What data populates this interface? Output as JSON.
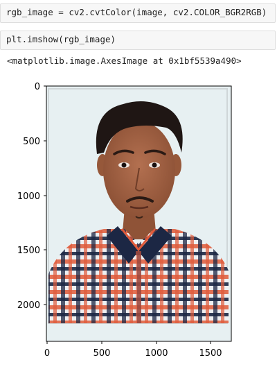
{
  "cells": [
    {
      "code": {
        "var": "rgb_image",
        "op": "=",
        "rhs": "cv2.cvtColor(image, cv2.COLOR_BGR2RGB)"
      }
    },
    {
      "code": {
        "text": "plt.imshow(rgb_image)"
      },
      "output": "<matplotlib.image.AxesImage at 0x1bf5539a490>"
    }
  ],
  "plot": {
    "x_ticks": [
      "0",
      "500",
      "1000",
      "1500"
    ],
    "y_ticks": [
      "0",
      "500",
      "1000",
      "1500",
      "2000"
    ],
    "image_content": "passport-style photo of a young man in a checked shirt",
    "colors": {
      "background": "#e3eef0",
      "skin": "#a06040",
      "hair": "#1f1614",
      "shirt_red": "#e05a3a",
      "shirt_navy": "#1c2744",
      "shirt_white": "#eef0f2"
    }
  }
}
